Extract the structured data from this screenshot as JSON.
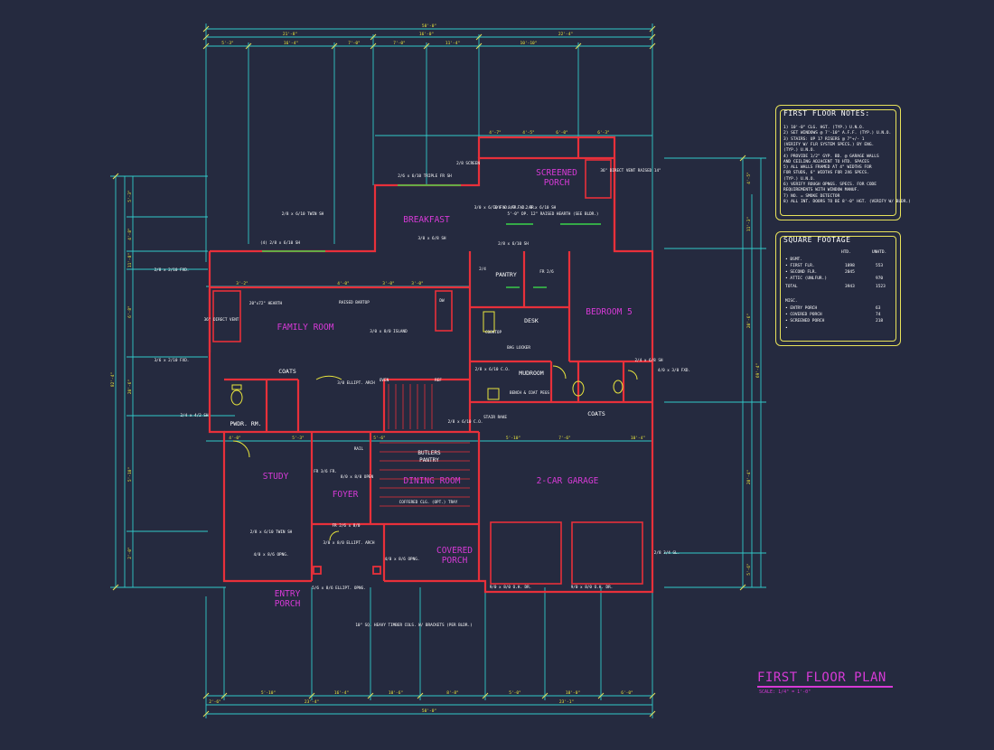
{
  "colors": {
    "background": "#252a3f",
    "dimension": "#31c9c9",
    "wall": "#e8303a",
    "room_label": "#d63ad6",
    "note_frame": "#e8e25a",
    "annotation": "#ffffff",
    "fixture": "#e9e53d",
    "green": "#3bd44a"
  },
  "plan": {
    "title": "FIRST FLOOR PLAN",
    "scale": "SCALE: 1/4\" = 1'-0\""
  },
  "rooms": [
    {
      "label": "BREAKFAST"
    },
    {
      "label": "SCREENED PORCH"
    },
    {
      "label": "FAMILY ROOM"
    },
    {
      "label": "BEDROOM 5"
    },
    {
      "label": "PANTRY"
    },
    {
      "label": "MUDROOM"
    },
    {
      "label": "COATS"
    },
    {
      "label": "COATS"
    },
    {
      "label": "PWDR. RM."
    },
    {
      "label": "STUDY"
    },
    {
      "label": "FOYER"
    },
    {
      "label": "DINING ROOM"
    },
    {
      "label": "2-CAR GARAGE"
    },
    {
      "label": "COVERED PORCH"
    },
    {
      "label": "ENTRY PORCH"
    },
    {
      "label": "BUTLERS PANTRY"
    },
    {
      "label": "DESK"
    }
  ],
  "annotations": [
    {
      "text": "2/6 x 6/10 TRIPLE FR SH"
    },
    {
      "text": "2/8 x 6/10 TWIN SH"
    },
    {
      "text": "(4) 2/8 x 6/10 SH"
    },
    {
      "text": "2/8 x 2/10 FXD."
    },
    {
      "text": "3/6 x 2/10 FXD."
    },
    {
      "text": "2/4 x 4/2 SH"
    },
    {
      "text": "36\" DIRECT VENT"
    },
    {
      "text": "20\"x72\" HEARTH"
    },
    {
      "text": "RAISED BARTOP"
    },
    {
      "text": "3/0 x 8/0 ISLAND"
    },
    {
      "text": "COOKTOP"
    },
    {
      "text": "DW"
    },
    {
      "text": "BAG LOCKER"
    },
    {
      "text": "BENCH & COAT PEGS"
    },
    {
      "text": "STAIR RAKE"
    },
    {
      "text": "4/0 x 3/0 FXD."
    },
    {
      "text": "3/0 x 8/0 FXD. FR."
    },
    {
      "text": "2/8 x 6/10 SH"
    },
    {
      "text": "3/0 ELLIPT. ARCH"
    },
    {
      "text": "OVEN"
    },
    {
      "text": "REF"
    },
    {
      "text": "RAIL"
    },
    {
      "text": "FR 3/6 FR."
    },
    {
      "text": "8/0 x 8/0 OPEN"
    },
    {
      "text": "COFFERED CLG. (OPT.) TRAY"
    },
    {
      "text": "2/8 x 6/10 TWIN SH"
    },
    {
      "text": "4/0 x 8/6 OPNG."
    },
    {
      "text": "4/0 x 8/6 OPNG."
    },
    {
      "text": "FR 2/6 x 8/0"
    },
    {
      "text": "3/0 x 8/0 ELLIPT. ARCH"
    },
    {
      "text": "9/0 x 8/0 O.H. DR."
    },
    {
      "text": "9/0 x 8/0 O.H. DR."
    },
    {
      "text": "10\" SQ. HEAVY TIMBER COLS. W/ BRACKETS (PER BLDR.)"
    },
    {
      "text": "5/6 x 8/6 ELLIPT. OPNG."
    },
    {
      "text": "2/8 3/4 GL."
    },
    {
      "text": "2/8 SCREEN"
    },
    {
      "text": "3/0 x 6/10 FXD. FR. / 2/8 x 6/10 SH"
    },
    {
      "text": "5'-0\" DP. 12\" RAISED HEARTH (SEE BLDR.)"
    },
    {
      "text": "36\" DIRECT VENT RAISED 14\""
    },
    {
      "text": "FR 2/6"
    },
    {
      "text": "2/4"
    },
    {
      "text": "2/8 x 6/10 C.O."
    },
    {
      "text": "2/8 x 6/10 C.O."
    },
    {
      "text": "2/4 x 6/8 SH"
    },
    {
      "text": "3/0 x 6/8 SH"
    }
  ],
  "dimensions": {
    "top_overall": "58'-0\"",
    "top_row2": [
      "21'-8\"",
      "16'-0\"",
      "22'-4\""
    ],
    "top_row3": [
      "5'-3\"",
      "16'-4\"",
      "7'-0\"",
      "7'-0\"",
      "11'-4\"",
      "10'-10\""
    ],
    "bottom_row1": [
      "5'-10\"",
      "16'-4\"",
      "10'-6\"",
      "8'-8\"",
      "5'-0\"",
      "10'-0\"",
      "6'-0\""
    ],
    "bottom_row2": [
      "2'-6\"",
      "23'-4\"",
      "23'-1\""
    ],
    "bottom_overall": "58'-0\"",
    "left_vertical": [
      "5'-3\"",
      "4'-8\"",
      "11'-8\"",
      "6'-8\"",
      "20'-6\"",
      "5'-10\"",
      "2'-0\""
    ],
    "left_overall": "82'-4\"",
    "right_vertical": [
      "4'-5\"",
      "11'-3\"",
      "20'-6\"",
      "20'-4\"",
      "5'-6\""
    ],
    "right_overall": "69'-4\"",
    "interior": [
      "3'-2\"",
      "4'-0\"",
      "3'-0\"",
      "3'-0\"",
      "4'-7\"",
      "4'-5\"",
      "6'-0\"",
      "6'-3\"",
      "4'-0\"",
      "5'-3\"",
      "5'-6\"",
      "5'-10\"",
      "7'-6\"",
      "10'-4\""
    ]
  },
  "first_floor_notes": {
    "title": "FIRST FLOOR NOTES:",
    "lines": [
      "1) 10'-0\" CLG. HGT. (TYP.) U.N.O.",
      "2) SET WINDOWS @ 7'-10\" A.F.F. (TYP.) U.N.O.",
      "3) STAIRS: UP 17 RISERS @ 7\"+/- 1",
      "   (VERIFY W/ FLR SYSTEM SPECS.) BY ENG.",
      "   (TYP.) U.N.O.",
      "4) PROVIDE 1/2\" GYP. BD. @ GARAGE WALLS",
      "   AND CEILING ADJACENT TO HTD. SPACES",
      "5) ALL WALLS FRAMED AT 4\" WIDTHS FOR",
      "   FOR STUDS, 6\" WIDTHS FOR 2X6 SPECS.",
      "   (TYP.) U.N.O.",
      "6) VERIFY ROUGH OPNGS. SPECS. FOR CODE",
      "   REQUIREMENTS WITH WINDOW MANUF.",
      "7) NO. = SMOKE DETECTOR",
      "8) ALL INT. DOORS TO BE 8'-0\" HGT. (VERIFY W/ BLDR.)"
    ]
  },
  "square_footage": {
    "title": "SQUARE FOOTAGE",
    "columns": [
      "HTD.",
      "UNHTD."
    ],
    "rows": [
      {
        "label": "• BSMT.",
        "htd": "",
        "unhtd": ""
      },
      {
        "label": "• FIRST FLR.",
        "htd": "1898",
        "unhtd": "553"
      },
      {
        "label": "• SECOND FLR.",
        "htd": "2045",
        "unhtd": ""
      },
      {
        "label": "• ATTIC (UNLFUR.)",
        "htd": "",
        "unhtd": "970"
      },
      {
        "label": "TOTAL",
        "htd": "3943",
        "unhtd": "1523"
      },
      {
        "label": "MISC.",
        "htd": "",
        "unhtd": ""
      },
      {
        "label": "• ENTRY PORCH",
        "htd": "",
        "unhtd": "63"
      },
      {
        "label": "• COVERED PORCH",
        "htd": "",
        "unhtd": "74"
      },
      {
        "label": "• SCREENED PORCH",
        "htd": "",
        "unhtd": "218"
      },
      {
        "label": "•",
        "htd": "",
        "unhtd": ""
      }
    ]
  }
}
